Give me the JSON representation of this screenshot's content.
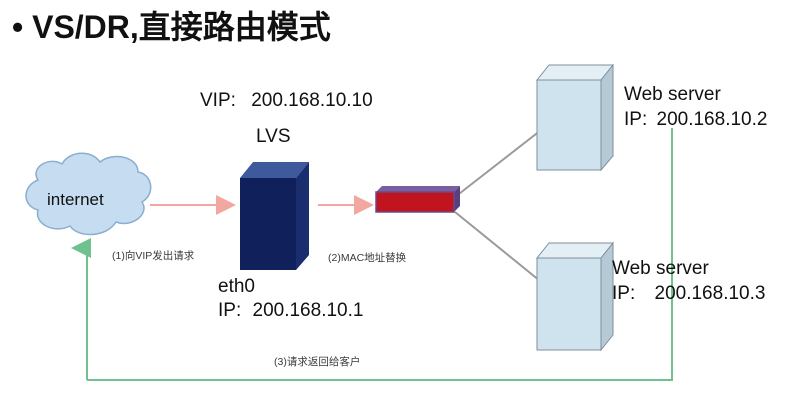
{
  "title": {
    "bullet": "•",
    "text": "VS/DR,直接路由模式"
  },
  "vip": {
    "label": "VIP:",
    "value": "200.168.10.10"
  },
  "lvs": {
    "label": "LVS",
    "iface": "eth0",
    "ip_label": "IP:",
    "ip": "200.168.10.1"
  },
  "internet": {
    "label": "internet"
  },
  "servers": [
    {
      "label": "Web server",
      "ip_label": "IP:",
      "ip": "200.168.10.2"
    },
    {
      "label": "Web server",
      "ip_label": "IP:",
      "ip": "200.168.10.3"
    }
  ],
  "steps": [
    {
      "text": "(1)向VIP发出请求"
    },
    {
      "text": "(2)MAC地址替换"
    },
    {
      "text": "(3)请求返回给客户"
    }
  ],
  "colors": {
    "cloud": "#c6dcf0",
    "lvs_front": "#10205a",
    "lvs_top": "#3e5a9c",
    "switch": "#c0151e",
    "server": "#cfe3ee",
    "request_arrow": "#f2a7a0",
    "return_line": "#6fc28e",
    "link": "#9a9a9a"
  }
}
